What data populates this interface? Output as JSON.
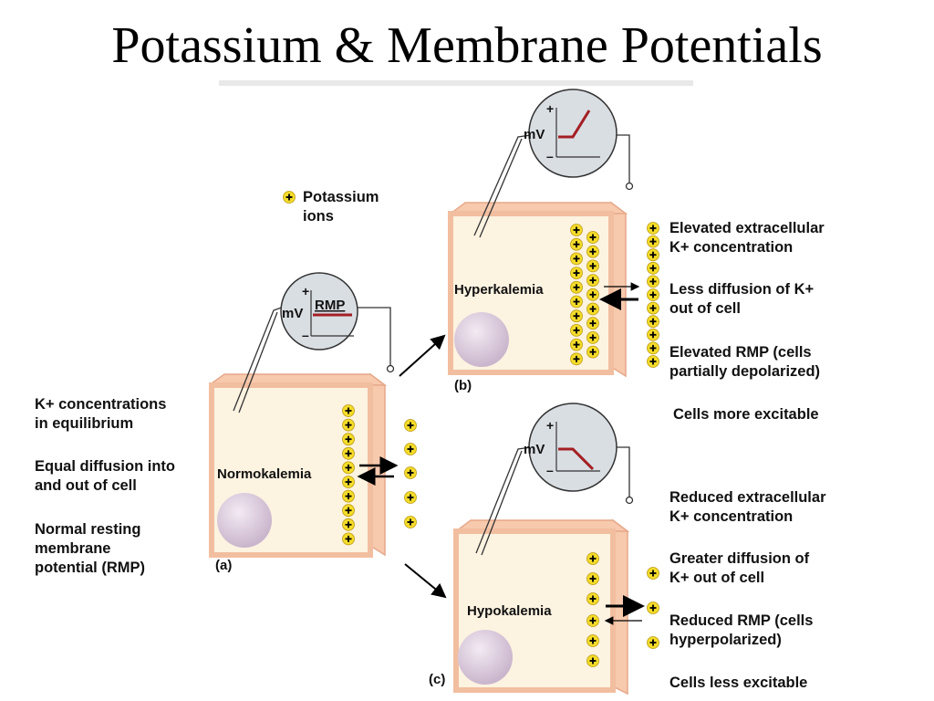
{
  "title": "Potassium & Membrane Potentials",
  "legend": {
    "line1": "Potassium",
    "line2": "ions"
  },
  "meter": {
    "unit": "mV",
    "plus": "+",
    "minus": "–",
    "rmp": "RMP"
  },
  "panel_a": {
    "cell_label": "Normokalemia",
    "caption": "(a)",
    "notes": [
      [
        "K+ concentrations",
        "in equilibrium"
      ],
      [
        "Equal diffusion into",
        "and out of cell"
      ],
      [
        "Normal resting",
        "membrane",
        "potential (RMP)"
      ]
    ]
  },
  "panel_b": {
    "cell_label": "Hyperkalemia",
    "caption": "(b)",
    "notes": [
      [
        "Elevated extracellular",
        "K+ concentration"
      ],
      [
        "Less diffusion of K+",
        "out of cell"
      ],
      [
        "Elevated RMP (cells",
        "partially depolarized)"
      ],
      [
        "Cells more excitable"
      ]
    ]
  },
  "panel_c": {
    "cell_label": "Hypokalemia",
    "caption": "(c)",
    "notes": [
      [
        "Reduced extracellular",
        "K+ concentration"
      ],
      [
        "Greater diffusion of",
        "K+ out of cell"
      ],
      [
        "Reduced RMP (cells",
        "hyperpolarized)"
      ],
      [
        "Cells less excitable"
      ]
    ]
  },
  "colors": {
    "cell_fill": "#fdf3e1",
    "cell_border": "#f2bea0",
    "cell_side": "#f7c9ad",
    "nucleus": "#d6c4d8",
    "meter_fill": "#d9dee3",
    "trace": "#a31f24",
    "ion_fill": "#f5dc2a"
  }
}
